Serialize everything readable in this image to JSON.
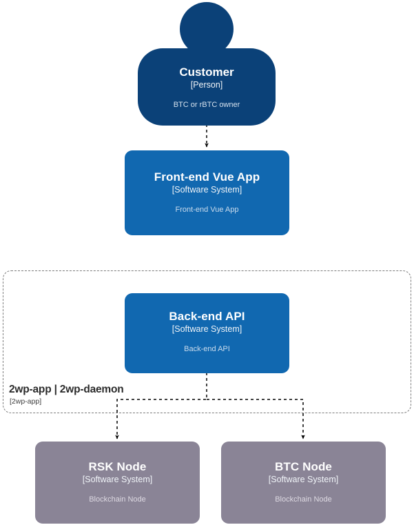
{
  "diagram": {
    "type": "c4-context-diagram",
    "background": "#ffffff",
    "palette": {
      "person": "#0b4178",
      "software_system": "#1168b0",
      "external_node": "#8a8496",
      "boundary_border": "#7b7b7b",
      "edge": "#000000",
      "title_text": "#ffffff",
      "description_text": "#cbdced"
    },
    "nodes": [
      {
        "id": "customer",
        "shape": "person",
        "title": "Customer",
        "type": "[Person]",
        "description": "BTC or rBTC owner",
        "color": "#0b4178"
      },
      {
        "id": "frontend",
        "shape": "box",
        "title": "Front-end Vue App",
        "type": "[Software System]",
        "description": "Front-end Vue App",
        "color": "#1168b0"
      },
      {
        "id": "backend",
        "shape": "box",
        "title": "Back-end API",
        "type": "[Software System]",
        "description": "Back-end API",
        "color": "#1168b0"
      },
      {
        "id": "rsk-node",
        "shape": "box",
        "title": "RSK Node",
        "type": "[Software System]",
        "description": "Blockchain Node",
        "color": "#8a8496"
      },
      {
        "id": "btc-node",
        "shape": "box",
        "title": "BTC Node",
        "type": "[Software System]",
        "description": "Blockchain Node",
        "color": "#8a8496"
      }
    ],
    "boundary": {
      "id": "2wp-app-boundary",
      "label": "2wp-app | 2wp-daemon",
      "sublabel": "[2wp-app]",
      "style": "dashed"
    },
    "edges": [
      {
        "from": "customer",
        "to": "frontend",
        "style": "dashed",
        "arrow": "end",
        "label": ""
      },
      {
        "from": "backend",
        "to": "rsk-node",
        "style": "dashed",
        "arrow": "end",
        "label": ""
      },
      {
        "from": "backend",
        "to": "btc-node",
        "style": "dashed",
        "arrow": "end",
        "label": ""
      }
    ]
  }
}
